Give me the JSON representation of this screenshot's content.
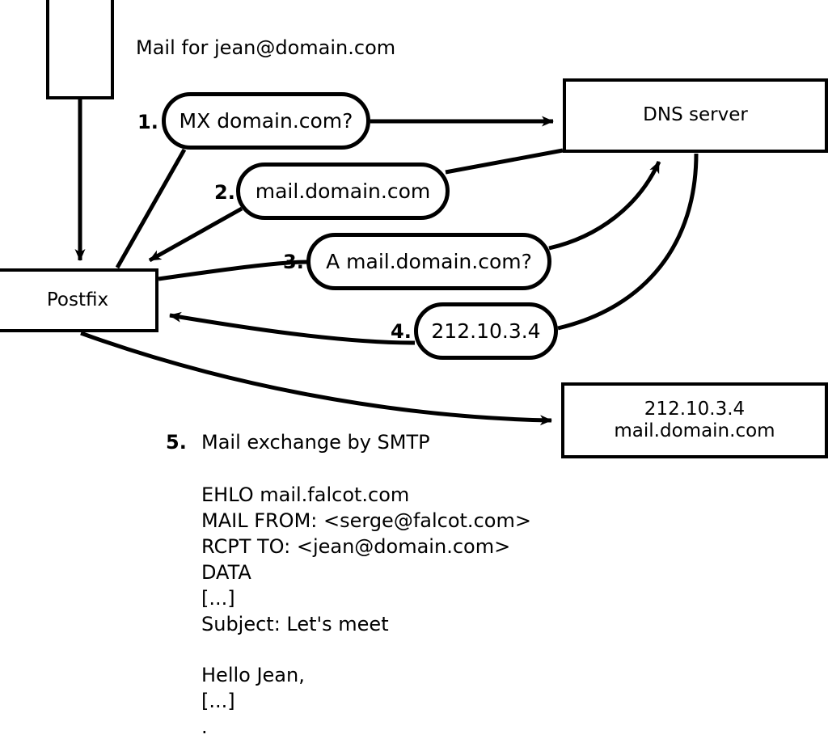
{
  "diagram": {
    "title_text": "Mail for jean@domain.com",
    "nodes": {
      "client": {
        "label": ""
      },
      "postfix": {
        "label": "Postfix"
      },
      "dns": {
        "label": "DNS server"
      },
      "target_server": {
        "label": "212.10.3.4\nmail.domain.com"
      }
    },
    "steps": [
      {
        "num": "1.",
        "text": "MX domain.com?"
      },
      {
        "num": "2.",
        "text": "mail.domain.com"
      },
      {
        "num": "3.",
        "text": "A mail.domain.com?"
      },
      {
        "num": "4.",
        "text": "212.10.3.4"
      }
    ],
    "step5": {
      "num": "5.",
      "text": "Mail exchange by SMTP"
    },
    "smtp_transcript": [
      "EHLO mail.falcot.com",
      "MAIL FROM: <serge@falcot.com>",
      "RCPT TO: <jean@domain.com>",
      "DATA",
      "[...]",
      "Subject: Let's meet",
      "",
      "Hello Jean,",
      "[...]",
      "."
    ],
    "colors": {
      "stroke": "#000000",
      "fill": "#ffffff"
    }
  }
}
